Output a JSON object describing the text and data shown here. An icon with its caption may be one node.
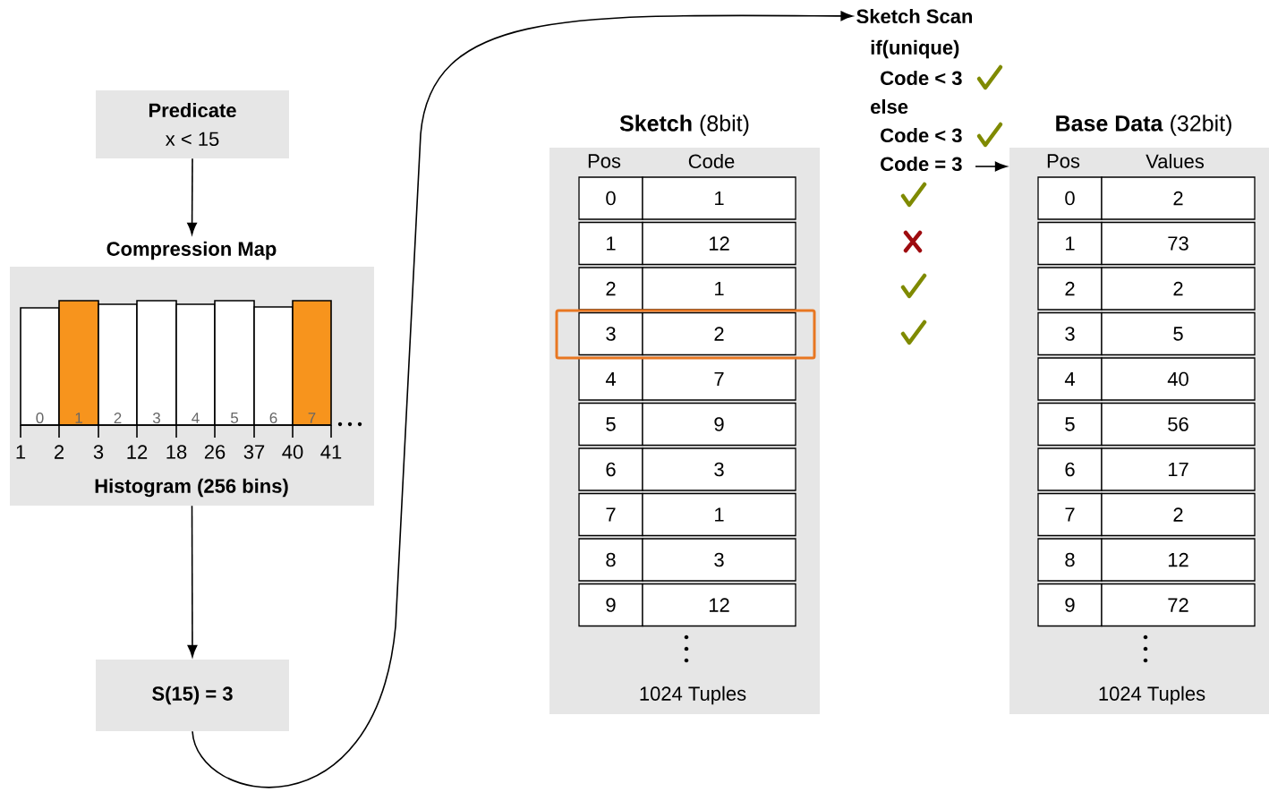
{
  "diagram": {
    "nodes": [
      {
        "text": [
          "Predicate",
          "x < 15"
        ]
      },
      {
        "text": [
          "Compression Map",
          "Histogram (256 bins)"
        ]
      },
      {
        "text": [
          "S(15) = 3"
        ]
      },
      {
        "text": [
          "Sketch Scan"
        ]
      },
      {
        "text": [
          "**Sketch** (8bit)",
          "1024 Tuples"
        ]
      },
      {
        "text": [
          "**Base Data** (32bit)",
          "1024 Tuples"
        ]
      }
    ],
    "edges": [
      {
        "from": 0,
        "to": 1,
        "arrow": "to"
      },
      {
        "from": 1,
        "to": 2,
        "arrow": "to"
      },
      {
        "from": 2,
        "to": 3,
        "arrow": "to"
      },
      {
        "from": null,
        "to": 5,
        "arrow": "to"
      }
    ],
    "labels": [
      "if(unique)",
      "Code < 3",
      "else",
      "Code < 3",
      "Pos",
      "Code",
      "Code = 3",
      "Pos",
      "Values",
      "0",
      "1",
      "0",
      "2",
      "1",
      "12",
      "1",
      "73",
      "2",
      "1",
      "2",
      "2",
      "3",
      "2",
      "3",
      "5",
      "4",
      "7",
      "4",
      "40",
      "0",
      "1",
      "2",
      "3",
      "4",
      "5",
      "6",
      "7",
      "5",
      "9",
      "5",
      "56",
      "1",
      "2",
      "3",
      "12",
      "18",
      "26",
      "37",
      "40",
      "41",
      "6",
      "3",
      "6",
      "17",
      "7",
      "1",
      "7",
      "2",
      "8",
      "3",
      "8",
      "12",
      "9",
      "12",
      "9",
      "72"
    ]
  }
}
